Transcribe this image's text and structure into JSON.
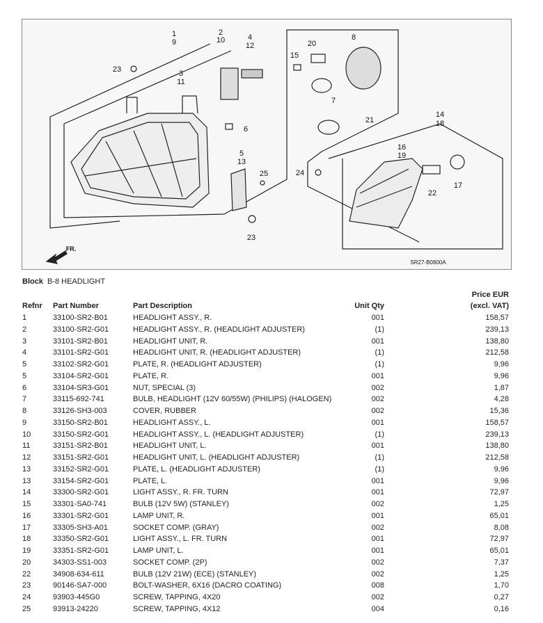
{
  "diagram": {
    "code": "SR27-B0800A",
    "front_label": "FR.",
    "callouts": [
      "1",
      "9",
      "2",
      "10",
      "4",
      "12",
      "23",
      "3",
      "11",
      "20",
      "8",
      "15",
      "7",
      "21",
      "6",
      "14",
      "18",
      "16",
      "19",
      "5",
      "13",
      "25",
      "24",
      "22",
      "17",
      "23"
    ]
  },
  "block": {
    "label": "Block",
    "name": "B-8 HEADLIGHT"
  },
  "table": {
    "headers": {
      "refnr": "Refnr",
      "part_number": "Part Number",
      "description": "Part Description",
      "qty": "Unit Qty",
      "price_line1": "Price EUR",
      "price_line2": "(excl. VAT)"
    },
    "rows": [
      [
        "1",
        "33100-SR2-B01",
        "HEADLIGHT ASSY., R.",
        "001",
        "158,57"
      ],
      [
        "2",
        "33100-SR2-G01",
        "HEADLIGHT ASSY., R. (HEADLIGHT ADJUSTER)",
        "(1)",
        "239,13"
      ],
      [
        "3",
        "33101-SR2-B01",
        "HEADLIGHT UNIT, R.",
        "001",
        "138,80"
      ],
      [
        "4",
        "33101-SR2-G01",
        "HEADLIGHT UNIT, R. (HEADLIGHT ADJUSTER)",
        "(1)",
        "212,58"
      ],
      [
        "5",
        "33102-SR2-G01",
        "PLATE, R. (HEADLIGHT ADJUSTER)",
        "(1)",
        "9,96"
      ],
      [
        "5",
        "33104-SR2-G01",
        "PLATE, R.",
        "001",
        "9,96"
      ],
      [
        "6",
        "33104-SR3-G01",
        "NUT, SPECIAL (3)",
        "002",
        "1,87"
      ],
      [
        "7",
        "33115-692-741",
        "BULB, HEADLIGHT (12V 60/55W) (PHILIPS) (HALOGEN)",
        "002",
        "4,28"
      ],
      [
        "8",
        "33126-SH3-003",
        "COVER, RUBBER",
        "002",
        "15,36"
      ],
      [
        "9",
        "33150-SR2-B01",
        "HEADLIGHT ASSY., L.",
        "001",
        "158,57"
      ],
      [
        "10",
        "33150-SR2-G01",
        "HEADLIGHT ASSY., L. (HEADLIGHT ADJUSTER)",
        "(1)",
        "239,13"
      ],
      [
        "11",
        "33151-SR2-B01",
        "HEADLIGHT UNIT, L.",
        "001",
        "138,80"
      ],
      [
        "12",
        "33151-SR2-G01",
        "HEADLIGHT UNIT, L. (HEADLIGHT ADJUSTER)",
        "(1)",
        "212,58"
      ],
      [
        "13",
        "33152-SR2-G01",
        "PLATE, L. (HEADLIGHT ADJUSTER)",
        "(1)",
        "9,96"
      ],
      [
        "13",
        "33154-SR2-G01",
        "PLATE, L.",
        "001",
        "9,96"
      ],
      [
        "14",
        "33300-SR2-G01",
        "LIGHT ASSY., R. FR. TURN",
        "001",
        "72,97"
      ],
      [
        "15",
        "33301-SA0-741",
        "BULB (12V 5W) (STANLEY)",
        "002",
        "1,25"
      ],
      [
        "16",
        "33301-SR2-G01",
        "LAMP UNIT, R.",
        "001",
        "65,01"
      ],
      [
        "17",
        "33305-SH3-A01",
        "SOCKET COMP. (GRAY)",
        "002",
        "8,08"
      ],
      [
        "18",
        "33350-SR2-G01",
        "LIGHT ASSY., L. FR. TURN",
        "001",
        "72,97"
      ],
      [
        "19",
        "33351-SR2-G01",
        "LAMP UNIT, L.",
        "001",
        "65,01"
      ],
      [
        "20",
        "34303-SS1-003",
        "SOCKET COMP. (2P)",
        "002",
        "7,37"
      ],
      [
        "22",
        "34908-634-611",
        "BULB (12V 21W) (ECE) (STANLEY)",
        "002",
        "1,25"
      ],
      [
        "23",
        "90146-SA7-000",
        "BOLT-WASHER, 6X16 (DACRO COATING)",
        "008",
        "1,70"
      ],
      [
        "24",
        "93903-445G0",
        "SCREW, TAPPING, 4X20",
        "002",
        "0,27"
      ],
      [
        "25",
        "93913-24220",
        "SCREW, TAPPING, 4X12",
        "004",
        "0,16"
      ]
    ]
  }
}
